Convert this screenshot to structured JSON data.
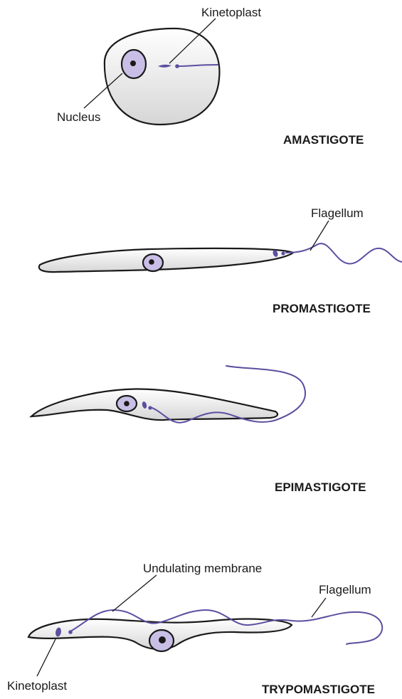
{
  "labels": {
    "kinetoplast_top": "Kinetoplast",
    "nucleus": "Nucleus",
    "flagellum_promastigote": "Flagellum",
    "undulating_membrane": "Undulating membrane",
    "flagellum_trypomastigote": "Flagellum",
    "kinetoplast_bottom": "Kinetoplast"
  },
  "stages": {
    "amastigote": "AMASTIGOTE",
    "promastigote": "PROMASTIGOTE",
    "epimastigote": "EPIMASTIGOTE",
    "trypomastigote": "TRYPOMASTIGOTE"
  },
  "colors": {
    "outline": "#1a1a1a",
    "cell_fill_light": "#ffffff",
    "cell_fill_dark": "#d6d6d6",
    "nucleus_fill": "#c9bfe6",
    "flagellum": "#5b4fa0"
  }
}
